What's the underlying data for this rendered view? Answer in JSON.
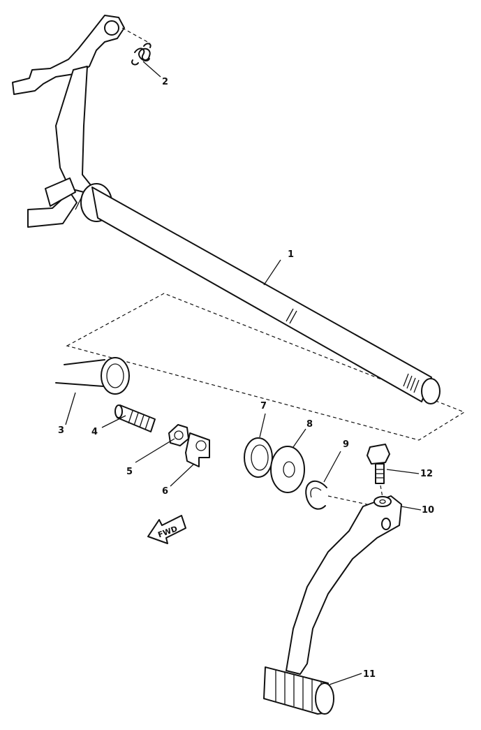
{
  "diagram": {
    "callouts": [
      {
        "id": "1",
        "label": "1"
      },
      {
        "id": "2",
        "label": "2"
      },
      {
        "id": "3",
        "label": "3"
      },
      {
        "id": "4",
        "label": "4"
      },
      {
        "id": "5",
        "label": "5"
      },
      {
        "id": "6",
        "label": "6"
      },
      {
        "id": "7",
        "label": "7"
      },
      {
        "id": "8",
        "label": "8"
      },
      {
        "id": "9",
        "label": "9"
      },
      {
        "id": "10",
        "label": "10"
      },
      {
        "id": "11",
        "label": "11"
      },
      {
        "id": "12",
        "label": "12"
      }
    ],
    "direction_arrow": {
      "label": "FWD"
    }
  }
}
